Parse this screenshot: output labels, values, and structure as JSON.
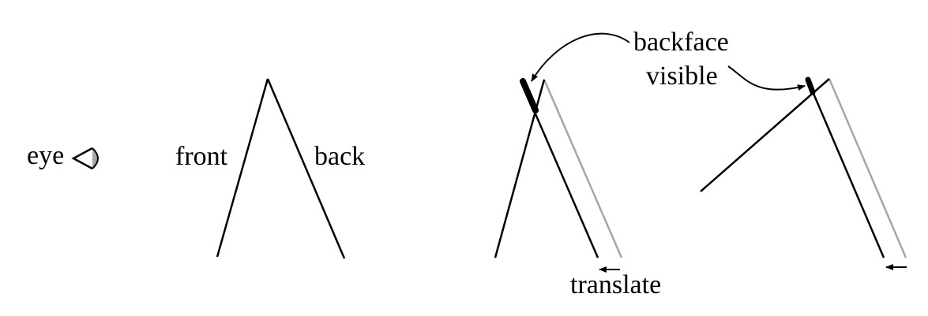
{
  "labels": {
    "eye": "eye",
    "front": "front",
    "back": "back",
    "backface_visible_line1": "backface",
    "backface_visible_line2": "visible",
    "translate": "translate"
  },
  "colors": {
    "ink": "#000000",
    "ghost_surface": "#a6a6a6",
    "eye_fill": "#a6a6a6"
  },
  "icons": {
    "eye": "eye-icon",
    "arrow": "arrow-left-icon"
  }
}
